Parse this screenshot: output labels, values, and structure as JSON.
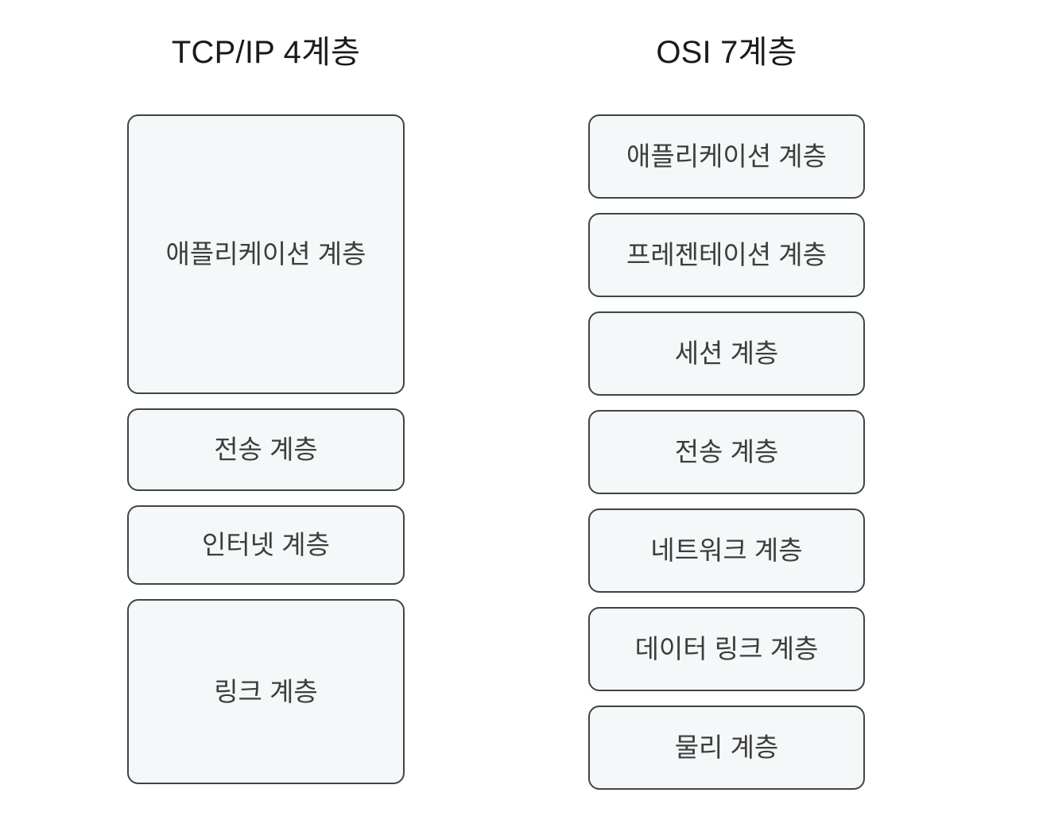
{
  "diagram": {
    "title": "",
    "background_color": "#ffffff",
    "box_fill_color": "#f4f8f9",
    "box_border_color": "#3f4444",
    "box_text_color": "#3d3d3d",
    "title_text_color": "#1a1a1a"
  },
  "columns": [
    {
      "id": "tcpip",
      "title": "TCP/IP 4계층",
      "layer_count": 4,
      "layers": [
        {
          "label": "애플리케이션 계층"
        },
        {
          "label": "전송 계층"
        },
        {
          "label": "인터넷 계층"
        },
        {
          "label": "링크 계층"
        }
      ]
    },
    {
      "id": "osi",
      "title": "OSI 7계층",
      "layer_count": 7,
      "layers": [
        {
          "label": "애플리케이션 계층"
        },
        {
          "label": "프레젠테이션 계층"
        },
        {
          "label": "세션 계층"
        },
        {
          "label": "전송 계층"
        },
        {
          "label": "네트워크 계층"
        },
        {
          "label": "데이터 링크 계층"
        },
        {
          "label": "물리 계층"
        }
      ]
    }
  ]
}
